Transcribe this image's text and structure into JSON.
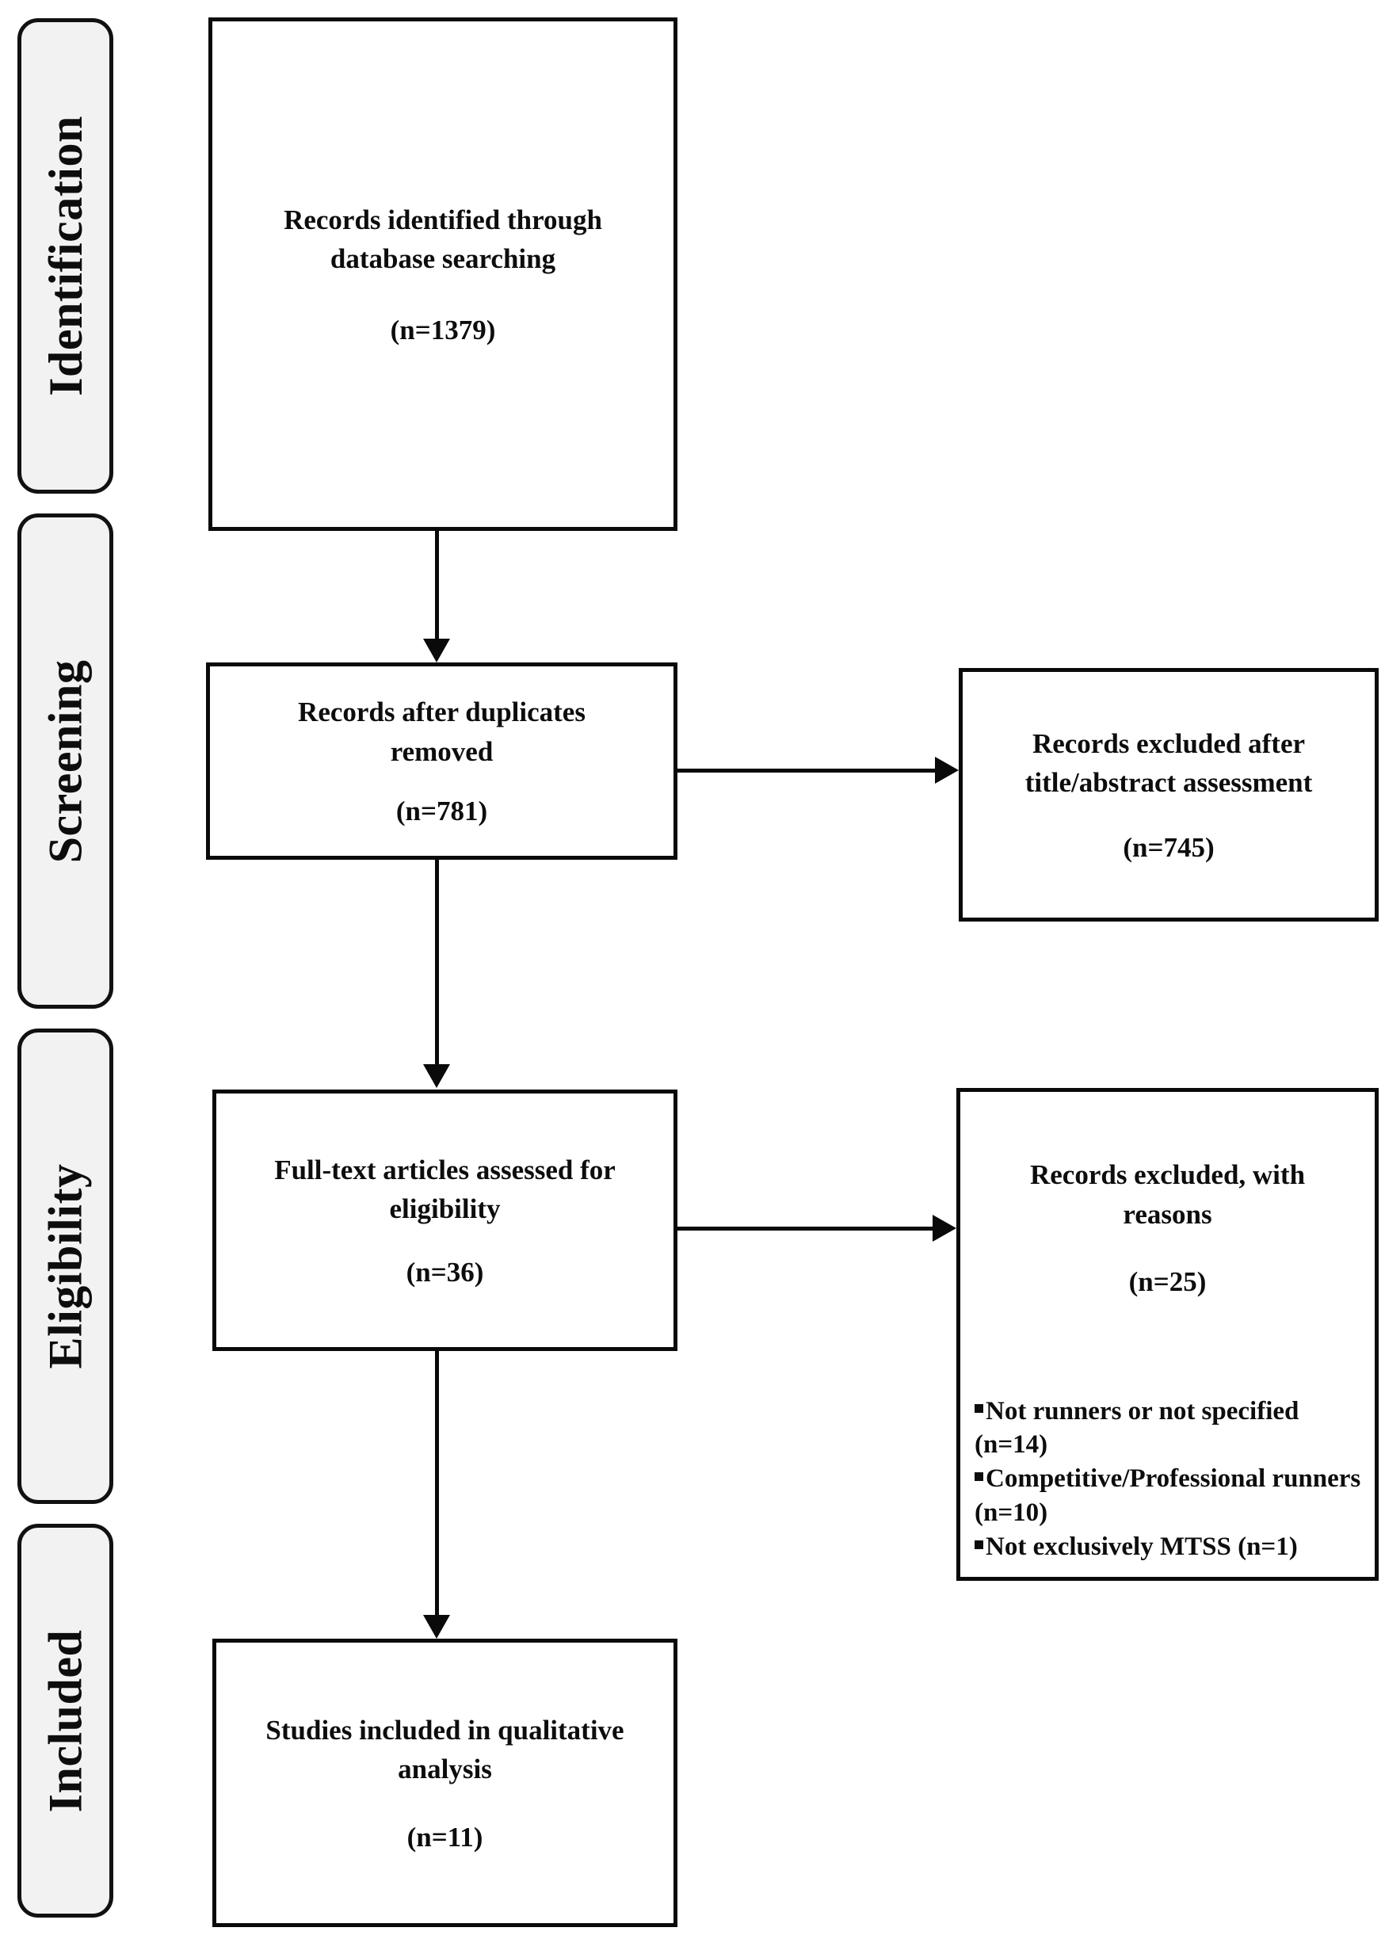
{
  "diagram": {
    "type": "prisma-flow-diagram",
    "stages": [
      {
        "id": "identification",
        "label": "Identification"
      },
      {
        "id": "screening",
        "label": "Screening"
      },
      {
        "id": "eligibility",
        "label": "Eligibility"
      },
      {
        "id": "included",
        "label": "Included"
      }
    ],
    "boxes": {
      "identified": {
        "title": "Records identified through database searching",
        "count": "(n=1379)"
      },
      "after_duplicates": {
        "title": "Records after duplicates removed",
        "count": "(n=781)"
      },
      "excluded_title_abstract": {
        "title": "Records excluded after title/abstract assessment",
        "count": "(n=745)"
      },
      "full_text_assessed": {
        "title": "Full-text articles assessed for eligibility",
        "count": "(n=36)"
      },
      "excluded_with_reasons": {
        "title": "Records excluded, with reasons",
        "count": "(n=25)",
        "reasons": [
          "Not runners or not specified (n=14)",
          "Competitive/Professional runners (n=10)",
          "Not exclusively MTSS (n=1)"
        ]
      },
      "included_qualitative": {
        "title": "Studies included in qualitative analysis",
        "count": "(n=11)"
      }
    },
    "colors": {
      "stage_fill": "#f2f2f2",
      "stroke": "#0a0a0a",
      "box_fill": "#ffffff",
      "text": "#0d0d0d"
    }
  }
}
